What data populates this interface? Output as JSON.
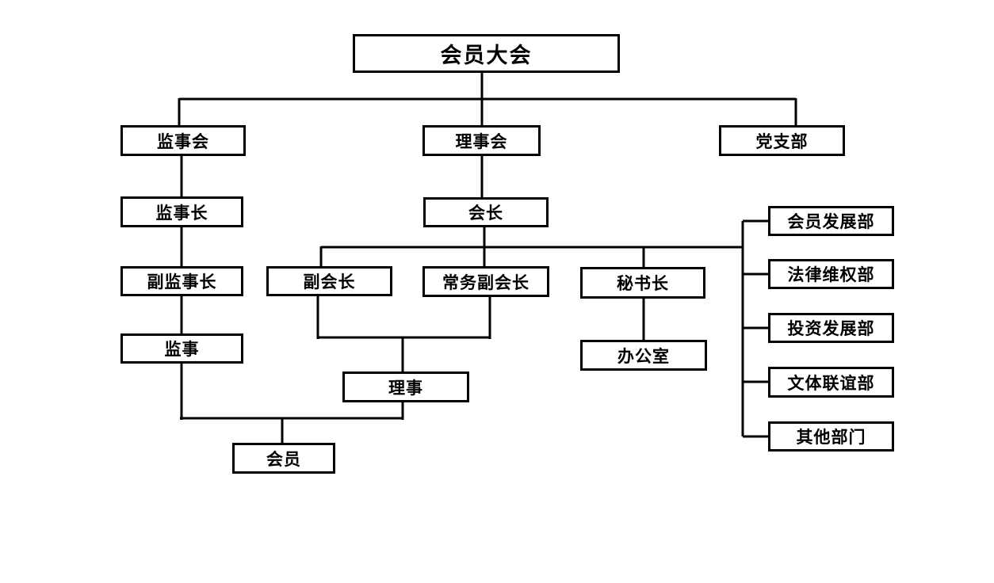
{
  "diagram": {
    "type": "organization-chart",
    "background_color": "#ffffff",
    "line_color": "#000000",
    "nodes": {
      "members_assembly": {
        "label": "会员大会"
      },
      "supervisory_board": {
        "label": "监事会"
      },
      "council": {
        "label": "理事会"
      },
      "party_branch": {
        "label": "党支部"
      },
      "chief_supervisor": {
        "label": "监事长"
      },
      "president": {
        "label": "会长"
      },
      "deputy_chief_supervisor": {
        "label": "副监事长"
      },
      "vice_president": {
        "label": "副会长"
      },
      "executive_vice_president": {
        "label": "常务副会长"
      },
      "secretary_general": {
        "label": "秘书长"
      },
      "supervisor": {
        "label": "监事"
      },
      "office": {
        "label": "办公室"
      },
      "director": {
        "label": "理事"
      },
      "member": {
        "label": "会员"
      },
      "member_development_dept": {
        "label": "会员发展部"
      },
      "legal_rights_dept": {
        "label": "法律维权部"
      },
      "investment_development_dept": {
        "label": "投资发展部"
      },
      "culture_sports_dept": {
        "label": "文体联谊部"
      },
      "other_departments": {
        "label": "其他部门"
      }
    },
    "edges": [
      {
        "from": "members_assembly",
        "to": "supervisory_board"
      },
      {
        "from": "members_assembly",
        "to": "council"
      },
      {
        "from": "members_assembly",
        "to": "party_branch"
      },
      {
        "from": "supervisory_board",
        "to": "chief_supervisor"
      },
      {
        "from": "chief_supervisor",
        "to": "deputy_chief_supervisor"
      },
      {
        "from": "deputy_chief_supervisor",
        "to": "supervisor"
      },
      {
        "from": "council",
        "to": "president"
      },
      {
        "from": "president",
        "to": "vice_president"
      },
      {
        "from": "president",
        "to": "executive_vice_president"
      },
      {
        "from": "president",
        "to": "secretary_general"
      },
      {
        "from": "president",
        "to": "member_development_dept"
      },
      {
        "from": "president",
        "to": "legal_rights_dept"
      },
      {
        "from": "president",
        "to": "investment_development_dept"
      },
      {
        "from": "president",
        "to": "culture_sports_dept"
      },
      {
        "from": "president",
        "to": "other_departments"
      },
      {
        "from": "secretary_general",
        "to": "office"
      },
      {
        "from": "vice_president",
        "to": "director"
      },
      {
        "from": "executive_vice_president",
        "to": "director"
      },
      {
        "from": "director",
        "to": "member"
      },
      {
        "from": "supervisor",
        "to": "member"
      }
    ]
  }
}
